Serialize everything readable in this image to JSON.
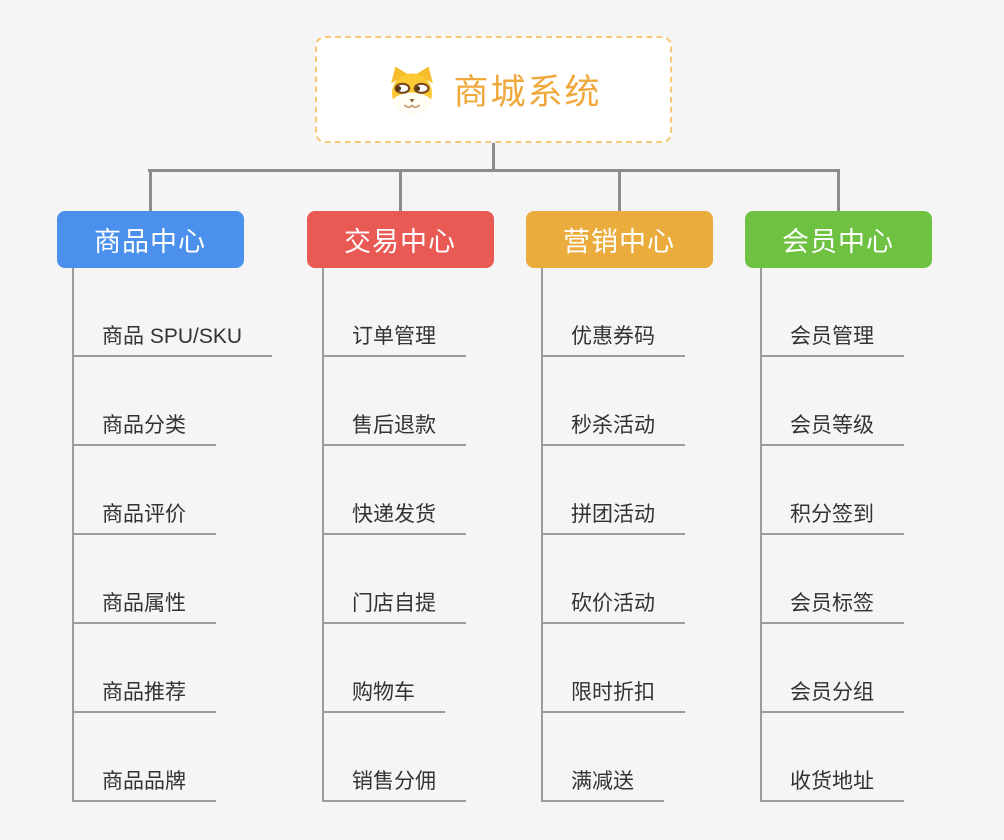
{
  "root": {
    "title": "商城系统",
    "icon": "shiba-dog-icon"
  },
  "branches": [
    {
      "title": "商品中心",
      "color": "#4a90ec",
      "items": [
        "商品 SPU/SKU",
        "商品分类",
        "商品评价",
        "商品属性",
        "商品推荐",
        "商品品牌"
      ]
    },
    {
      "title": "交易中心",
      "color": "#e95a55",
      "items": [
        "订单管理",
        "售后退款",
        "快递发货",
        "门店自提",
        "购物车",
        "销售分佣"
      ]
    },
    {
      "title": "营销中心",
      "color": "#eaac3c",
      "items": [
        "优惠券码",
        "秒杀活动",
        "拼团活动",
        "砍价活动",
        "限时折扣",
        "满减送"
      ]
    },
    {
      "title": "会员中心",
      "color": "#6fc142",
      "items": [
        "会员管理",
        "会员等级",
        "积分签到",
        "会员标签",
        "会员分组",
        "收货地址"
      ]
    }
  ],
  "colors": {
    "background": "#f5f5f6",
    "root_border": "#f6c878",
    "root_title": "#f0a83c",
    "connector": "#8c8c8c",
    "item_line": "#9c9c9c",
    "item_text": "#333333",
    "branch_text": "#ffffff"
  }
}
